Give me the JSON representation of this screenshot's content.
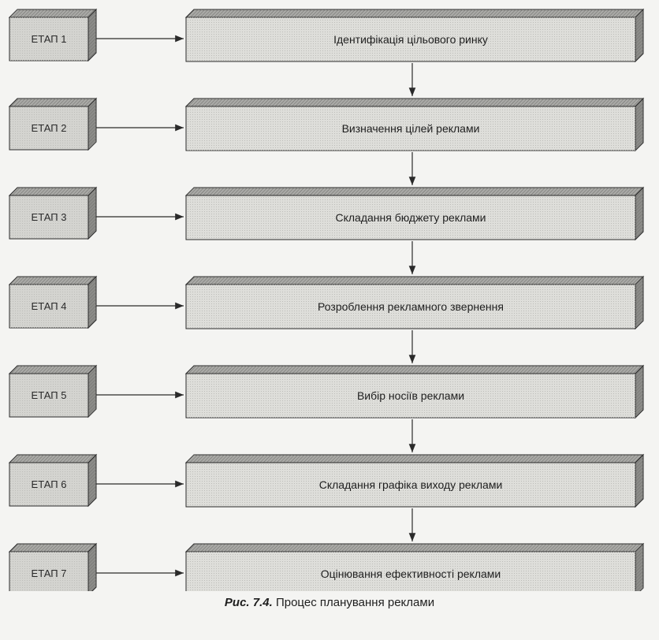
{
  "stages": [
    {
      "label": "ЕТАП 1",
      "text": "Ідентифікація цільового ринку"
    },
    {
      "label": "ЕТАП 2",
      "text": "Визначення цілей реклами"
    },
    {
      "label": "ЕТАП 3",
      "text": "Складання бюджету реклами"
    },
    {
      "label": "ЕТАП 4",
      "text": "Розроблення рекламного звернення"
    },
    {
      "label": "ЕТАП 5",
      "text": "Вибір носіїв реклами"
    },
    {
      "label": "ЕТАП 6",
      "text": "Складання графіка виходу реклами"
    },
    {
      "label": "ЕТАП 7",
      "text": "Оцінювання ефективності реклами"
    }
  ],
  "caption": {
    "figure": "Рис. 7.4.",
    "text": "Процес планування реклами"
  },
  "colors": {
    "box_front": "#dededa",
    "box_top": "#a9a9a6",
    "box_side": "#8c8c89",
    "stage_front": "#d4d4d0",
    "stroke": "#2a2a2a"
  }
}
